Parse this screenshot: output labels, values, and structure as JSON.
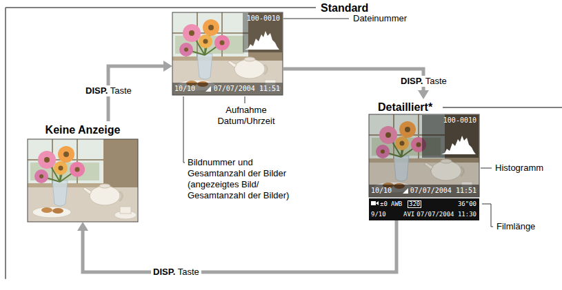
{
  "diagram": {
    "nodes": [
      {
        "text": [
          "Standard",
          "100-0010",
          "10/10",
          "07/07/2004 11:51"
        ]
      },
      {
        "text": [
          "Keine Anzeige"
        ]
      },
      {
        "text": [
          "Detailliert*",
          "100-0010",
          "10/10",
          "07/07/2004 11:51"
        ]
      },
      {
        "text": [
          "±0",
          "AWB",
          "320",
          "36\"00",
          "9/10",
          "AVI",
          "07/07/2004 11:30"
        ],
        "in": 2
      }
    ],
    "edges": [
      {
        "from": 1,
        "to": 0,
        "arrow": "to",
        "label": "DISP. Taste"
      },
      {
        "from": 0,
        "to": 2,
        "arrow": "to",
        "label": "DISP. Taste"
      },
      {
        "from": 2,
        "to": 1,
        "arrow": "to",
        "label": "DISP. Taste"
      }
    ],
    "labels": [
      "Dateinummer",
      "Aufnahme Datum/Uhrzeit",
      "Bildnummer und Gesamtanzahl der Bilder (angezeigtes Bild/ Gesamtanzahl der Bilder)",
      "Histogramm",
      "Filmlänge"
    ]
  }
}
